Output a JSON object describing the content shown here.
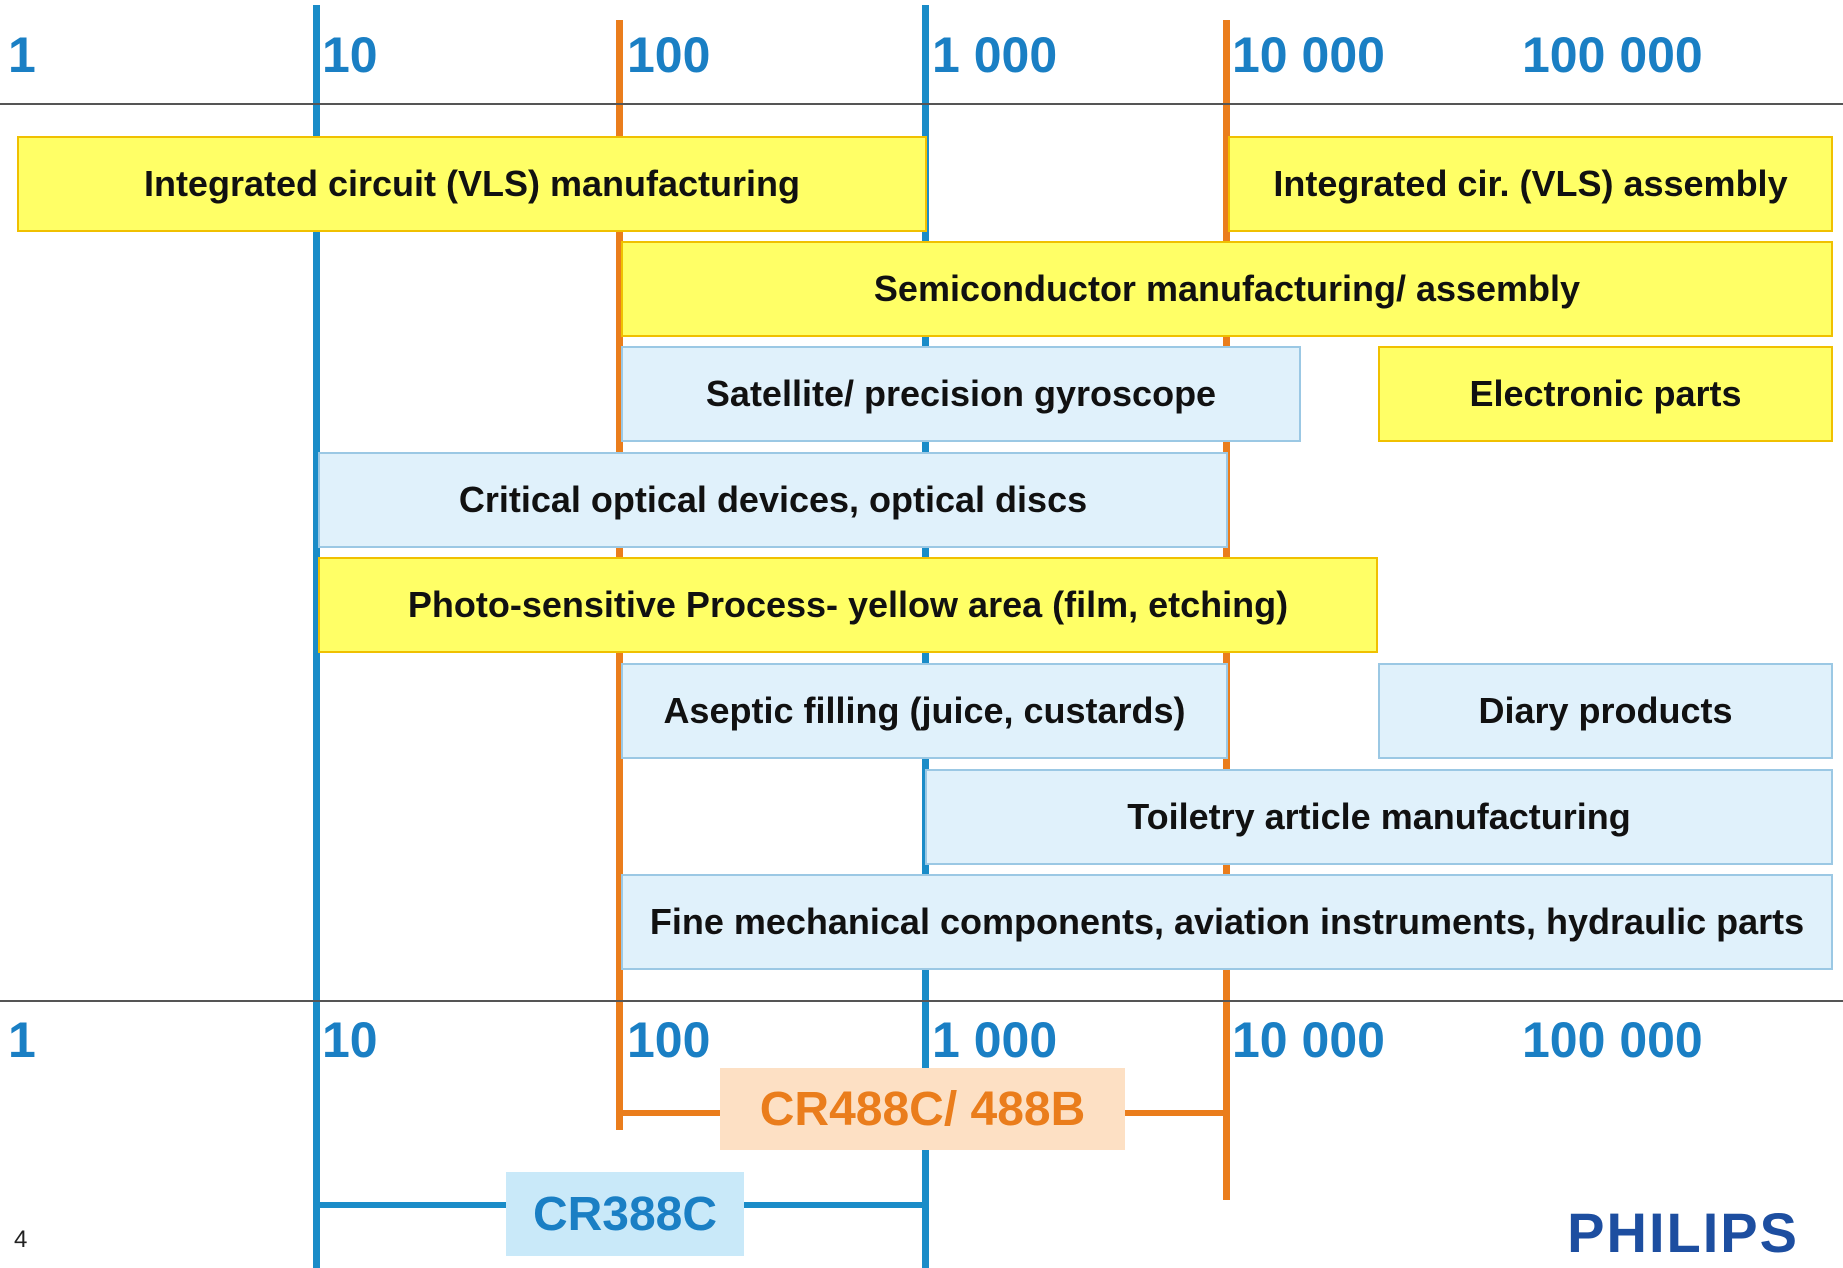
{
  "scale_labels": [
    "1",
    "10",
    "100",
    "1 000",
    "10 000",
    "100 000"
  ],
  "bars": [
    {
      "label": "Integrated circuit (VLS) manufacturing",
      "style": "yellow"
    },
    {
      "label": "Integrated cir. (VLS) assembly",
      "style": "yellow"
    },
    {
      "label": "Semiconductor manufacturing/  assembly",
      "style": "yellow"
    },
    {
      "label": "Satellite/ precision gyroscope",
      "style": "lightblue"
    },
    {
      "label": "Electronic parts",
      "style": "yellow"
    },
    {
      "label": "Critical optical devices, optical discs",
      "style": "lightblue"
    },
    {
      "label": "Photo-sensitive Process- yellow area (film, etching)",
      "style": "yellow"
    },
    {
      "label": "Aseptic filling (juice, custards)",
      "style": "lightblue"
    },
    {
      "label": "Diary products",
      "style": "lightblue"
    },
    {
      "label": "Toiletry article manufacturing",
      "style": "lightblue"
    },
    {
      "label": "Fine mechanical components, aviation instruments, hydraulic parts",
      "style": "lightblue"
    }
  ],
  "products": {
    "orange": "CR488C/ 488B",
    "blue": "CR388C"
  },
  "colors": {
    "scale_blue": "#1a7fc4",
    "line_blue": "#1a8cc8",
    "line_orange": "#ea7d1c",
    "bar_yellow": "#ffff66",
    "bar_lightblue": "#e0f1fb",
    "brand_blue": "#1d4ea0"
  },
  "page_number": "4",
  "brand": "PHILIPS"
}
